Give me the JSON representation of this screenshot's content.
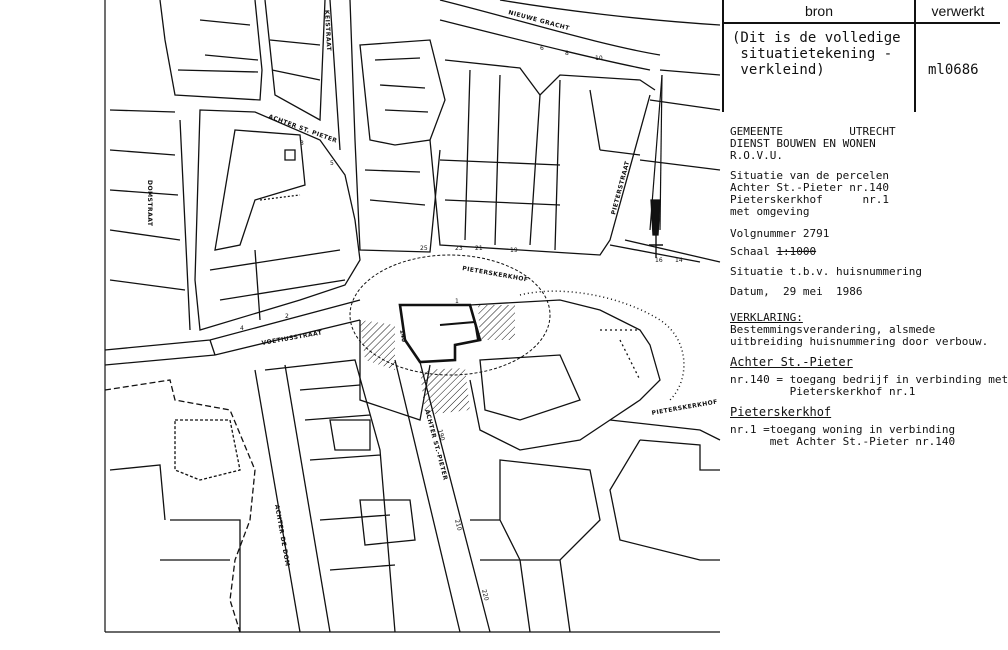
{
  "header": {
    "col1": "bron",
    "col2": "verwerkt",
    "note": "(Dit is de volledige\n situatietekening -\n verkleind)",
    "code": "ml0686"
  },
  "org": {
    "line1": "GEMEENTE          UTRECHT",
    "line2": "DIENST BOUWEN EN WONEN",
    "line3": "R.O.V.U."
  },
  "situatie": {
    "line1": "Situatie van de percelen",
    "line2": "Achter St.-Pieter nr.140",
    "line3": "Pieterskerkhof      nr.1",
    "line4": "met omgeving"
  },
  "volgnummer": "Volgnummer 2791",
  "schaal_label": "Schaal",
  "schaal_value": "1:1000",
  "purpose": "Situatie t.b.v. huisnummering",
  "datum": "Datum,  29 mei  1986",
  "verklaring": {
    "title": "VERKLARING:",
    "line1": "Bestemmingsverandering, alsmede",
    "line2": "uitbreiding huisnummering door verbouw."
  },
  "sec1": {
    "title": "Achter St.-Pieter",
    "line1": "nr.140 = toegang bedrijf in verbinding met",
    "line2": "         Pieterskerkhof nr.1"
  },
  "sec2": {
    "title": "Pieterskerkhof",
    "line1": "nr.1 =toegang woning in verbinding",
    "line2": "      met Achter St.-Pieter nr.140"
  },
  "streets": {
    "achter_st_pieter_top": "ACHTER ST. PIETER",
    "keistraat": "KEISTRAAT",
    "nieuwe_gracht": "NIEUWE GRACHT",
    "domstraat": "DOMSTRAAT",
    "voetiusstraat": "VOETIUSSTRAAT",
    "pieterskerkhof_top": "PIETERSKERKHOF",
    "pieterskerkhof_right": "PIETERSKERKHOF",
    "pieterstraat": "PIETERSTRAAT",
    "achter_st_pieter_bottom": "ACHTER ST.-PIETER",
    "achter_de_dom": "ACHTER DE DOM"
  },
  "numbers": {
    "n140": "140",
    "n1": "1",
    "n210": "210",
    "n220": "220",
    "n190": "190",
    "n23": "23",
    "n21": "21",
    "n19": "19",
    "n25": "25",
    "n2": "2",
    "n4": "4",
    "n14": "14",
    "n16": "16",
    "n10": "10",
    "n8": "8",
    "n6": "6",
    "n3": "3",
    "n5": "5"
  }
}
